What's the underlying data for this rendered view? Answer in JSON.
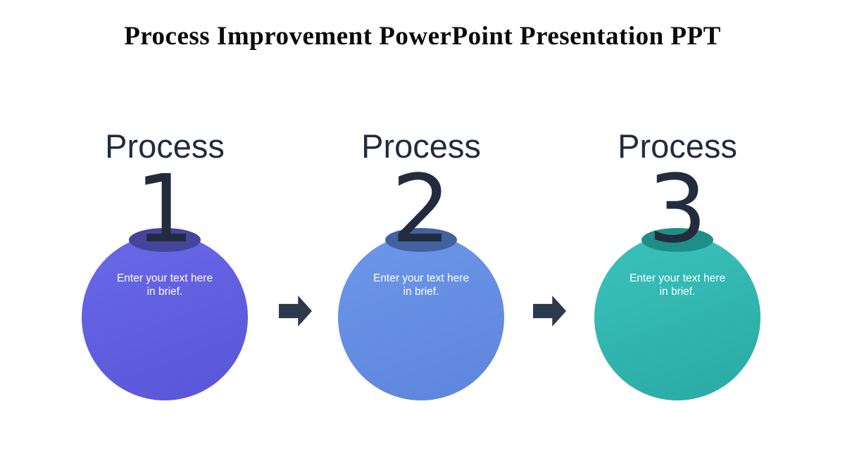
{
  "title": {
    "text": "Process Improvement PowerPoint Presentation PPT",
    "color": "#0a0a0a"
  },
  "theme": {
    "background": "#ffffff",
    "ink": "#222c3e",
    "arrow_color": "#2d3a4c",
    "circle_text_color": "#ffffff"
  },
  "steps": [
    {
      "label": "Process",
      "number": "1",
      "body_lines": [
        "Enter your text here",
        "in brief."
      ],
      "colors": {
        "top": "#6a69e8",
        "bottom": "#5855d7",
        "hole": "#45459c"
      }
    },
    {
      "label": "Process",
      "number": "2",
      "body_lines": [
        "Enter your text here",
        "in brief."
      ],
      "colors": {
        "top": "#6d97ea",
        "bottom": "#5c85dc",
        "hole": "#41629e"
      }
    },
    {
      "label": "Process",
      "number": "3",
      "body_lines": [
        "Enter your text here",
        "in brief."
      ],
      "colors": {
        "top": "#3bc2bc",
        "bottom": "#2aa9a3",
        "hole": "#1f8d88"
      }
    }
  ],
  "arrows": [
    {
      "icon": "arrow-right"
    },
    {
      "icon": "arrow-right"
    }
  ]
}
